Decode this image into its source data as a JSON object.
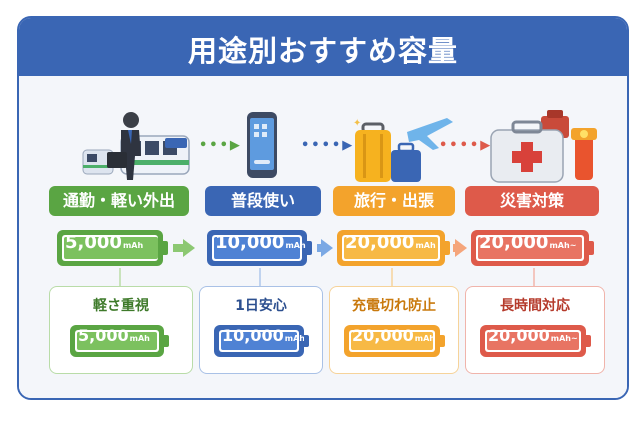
{
  "title": "用途別おすすめ容量",
  "colors": {
    "header": "#3a66b4",
    "green": "#5aa543",
    "blue": "#3a66b4",
    "orange": "#f3a32c",
    "red": "#de5a4a"
  },
  "columns": [
    {
      "label": "通勤・軽い外出",
      "capacity": "5,000",
      "unit": "mAh",
      "benefit": "軽さ重視",
      "small_capacity": "5,000",
      "small_unit": "mAh",
      "icon": "commuter-train-icon"
    },
    {
      "label": "普段使い",
      "capacity": "10,000",
      "unit": "mAh",
      "benefit": "1日安心",
      "small_capacity": "10,000",
      "small_unit": "mAh",
      "icon": "smartphone-icon"
    },
    {
      "label": "旅行・出張",
      "capacity": "20,000",
      "unit": "mAh",
      "benefit": "充電切れ防止",
      "small_capacity": "20,000",
      "small_unit": "mAh",
      "icon": "suitcase-airplane-icon"
    },
    {
      "label": "災害対策",
      "capacity": "20,000",
      "unit": "mAh~",
      "benefit": "長時間対応",
      "small_capacity": "20,000",
      "small_unit": "mAh~",
      "icon": "emergency-kit-icon"
    }
  ]
}
